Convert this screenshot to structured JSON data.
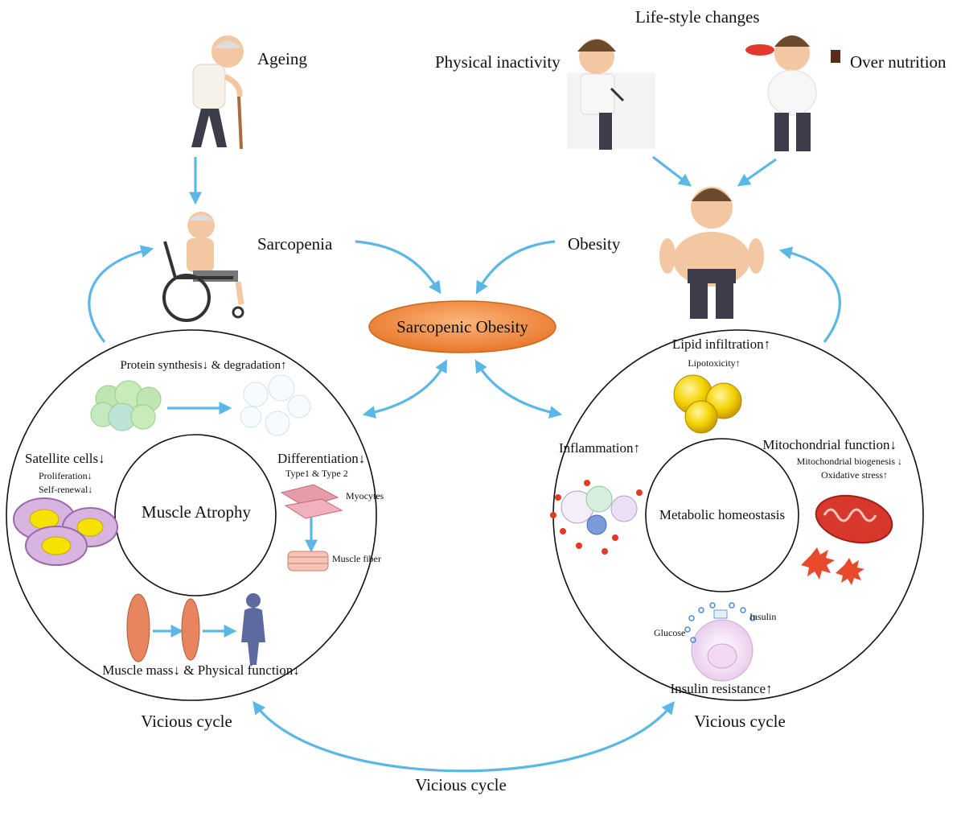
{
  "colors": {
    "arrow": "#5bb7e6",
    "center_fill": "#f08b3a",
    "center_border": "#c86a1e"
  },
  "top": {
    "ageing": "Ageing",
    "lifestyle": "Life-style changes",
    "inactivity": "Physical inactivity",
    "overnutrition": "Over nutrition",
    "sarcopenia": "Sarcopenia",
    "obesity": "Obesity"
  },
  "center": {
    "label": "Sarcopenic Obesity"
  },
  "left_cycle": {
    "inner": "Muscle Atrophy",
    "protein": "Protein synthesis↓ & degradation↑",
    "satellite": "Satellite cells↓",
    "proliferation": "Proliferation↓",
    "self_renewal": "Self-renewal↓",
    "differentiation": "Differentiation↓",
    "types": "Type1 & Type 2",
    "myocytes": "Myocytes",
    "muscle_fiber": "Muscle fiber",
    "mass": "Muscle mass↓ & Physical function↓",
    "caption": "Vicious cycle"
  },
  "right_cycle": {
    "inner": "Metabolic homeostasis",
    "lipid": "Lipid infiltration↑",
    "lipotoxicity": "Lipotoxicity↑",
    "inflammation": "Inflammation↑",
    "mito": "Mitochondrial function↓",
    "mito_bio": "Mitochondrial biogenesis ↓",
    "oxidative": "Oxidative stress↑",
    "insulin": "Insulin",
    "glucose": "Glucose",
    "resistance": "Insulin resistance↑",
    "caption": "Vicious cycle"
  },
  "bottom": {
    "caption": "Vicious cycle"
  },
  "icons": [
    "elderly-man-icon",
    "wheelchair-person-icon",
    "desk-person-icon",
    "eating-person-icon",
    "obese-person-icon",
    "protein-cluster-icon",
    "satellite-cell-icon",
    "myocyte-icon",
    "muscle-fiber-icon",
    "muscle-icon",
    "silhouette-icon",
    "fat-cell-icon",
    "immune-cell-icon",
    "mitochondria-icon",
    "oxidative-star-icon",
    "insulin-cell-icon"
  ]
}
